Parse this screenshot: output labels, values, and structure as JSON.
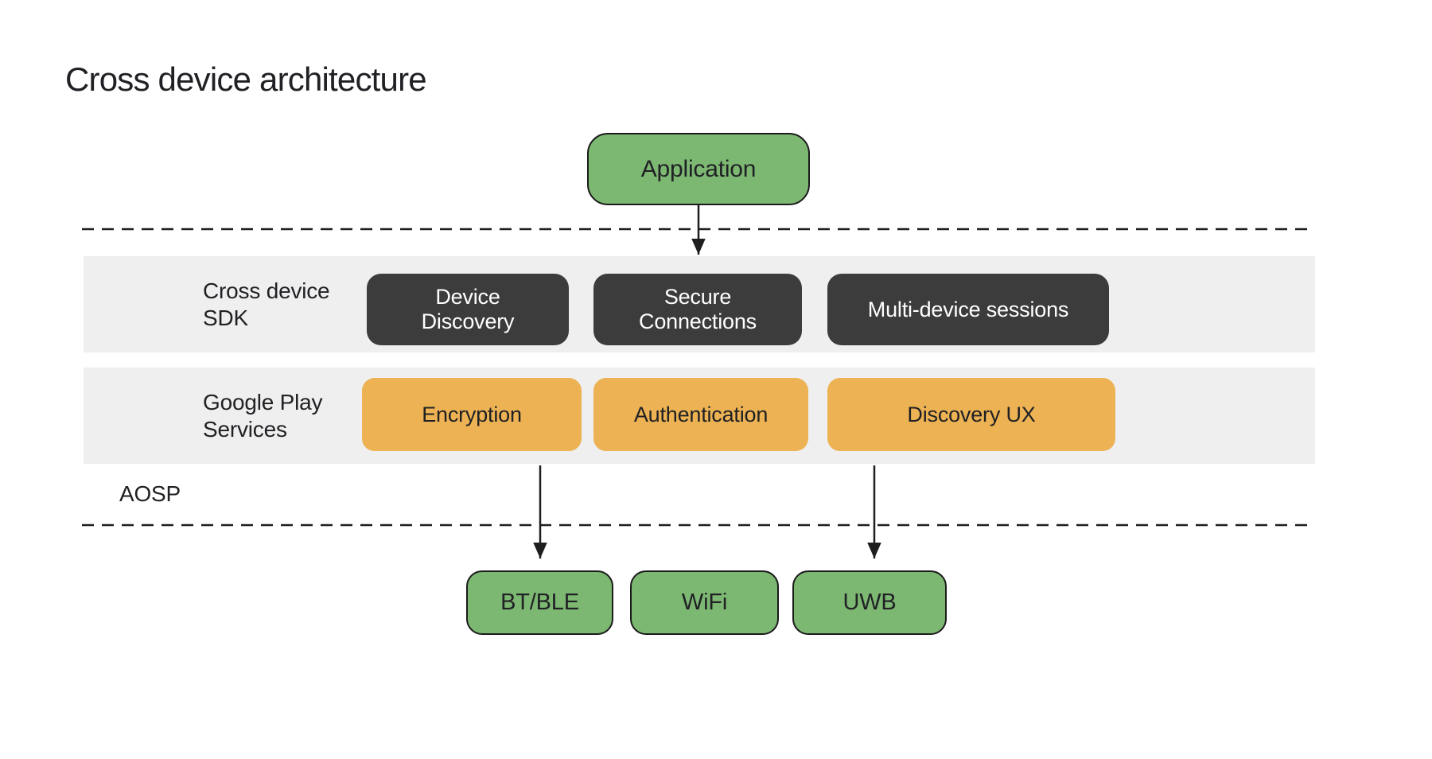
{
  "title": "Cross device architecture",
  "application": {
    "label": "Application"
  },
  "layers": {
    "sdk": {
      "label_lines": [
        "Cross device",
        "SDK"
      ],
      "boxes": [
        {
          "lines": [
            "Device",
            "Discovery"
          ]
        },
        {
          "lines": [
            "Secure",
            "Connections"
          ]
        },
        {
          "lines": [
            "Multi-device sessions"
          ]
        }
      ]
    },
    "gms": {
      "label_lines": [
        "Google Play",
        "Services"
      ],
      "boxes": [
        {
          "label": "Encryption"
        },
        {
          "label": "Authentication"
        },
        {
          "label": "Discovery UX"
        }
      ]
    },
    "aosp": {
      "label": "AOSP"
    }
  },
  "transports": [
    {
      "label": "BT/BLE"
    },
    {
      "label": "WiFi"
    },
    {
      "label": "UWB"
    }
  ],
  "colors": {
    "green": "#7DB873",
    "dark": "#3C3C3C",
    "orange": "#ECB253",
    "band_gray": "#EFEFEF",
    "text_dark": "#202124",
    "text_light": "#FFFFFF",
    "line": "#1E1E1E"
  }
}
